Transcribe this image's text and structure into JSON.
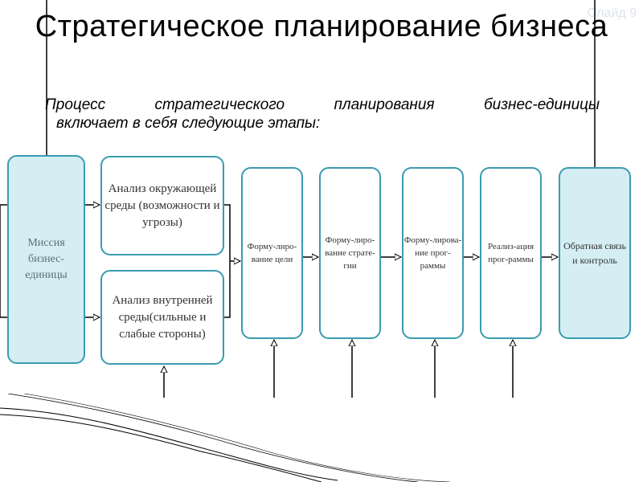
{
  "slide": {
    "number_label": "Слайд 9"
  },
  "title": "Стратегическое планирование бизнеса",
  "intro": {
    "line1": "Процесс стратегического планирования бизнес-единицы",
    "line2": "включает в себя следующие этапы:"
  },
  "diagram": {
    "mission": "Миссия бизнес-единицы",
    "env_analysis": "Анализ окружающей среды (возможности и угрозы)",
    "internal_analysis": "Анализ внутренней среды(сильные и слабые стороны)",
    "step_goals": "Форму-лиро-вание цели",
    "step_strategy": "Форму-лиро-вание страте-гии",
    "step_programs": "Форму-лирова-ние прог-раммы",
    "step_implementation": "Реализ-ация прог-раммы",
    "feedback": "Обратная связь и контроль"
  },
  "colors": {
    "box_border": "#3a9bb0",
    "box_fill": "#d5eef3",
    "line": "#000000"
  }
}
